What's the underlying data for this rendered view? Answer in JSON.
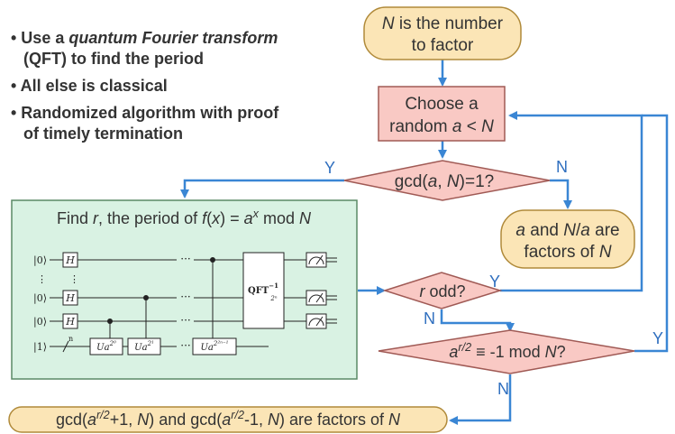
{
  "bullets": [
    {
      "parts": [
        "• Use a ",
        {
          "i": "quantum Fourier transform"
        }
      ]
    },
    {
      "parts": [
        "(QFT) to find the period"
      ]
    },
    {
      "parts": [
        "• All else is classical"
      ]
    },
    {
      "parts": [
        "• Randomized algorithm with proof"
      ]
    },
    {
      "parts": [
        "of timely termination"
      ]
    }
  ],
  "flow": {
    "start": {
      "line1": [
        {
          "i": "N"
        },
        " is the number"
      ],
      "line2": [
        "to factor"
      ]
    },
    "choose": {
      "line1": [
        "Choose a"
      ],
      "line2": [
        "random ",
        {
          "i": "a"
        },
        " < ",
        {
          "i": "N"
        }
      ]
    },
    "gcd_check": [
      "gcd(",
      {
        "i": "a"
      },
      ", ",
      {
        "i": "N"
      },
      ")=1?"
    ],
    "factors_found": {
      "line1": [
        {
          "i": "a"
        },
        " and ",
        {
          "i": "N"
        },
        "/",
        {
          "i": "a"
        },
        " are"
      ],
      "line2": [
        "factors of ",
        {
          "i": "N"
        }
      ]
    },
    "period_box_title": [
      "Find ",
      {
        "i": "r"
      },
      ", the period of ",
      {
        "i": "f"
      },
      "(",
      {
        "i": "x"
      },
      ") = ",
      {
        "i": "a"
      },
      {
        "sup": "x"
      },
      " mod ",
      {
        "i": "N"
      }
    ],
    "r_odd": [
      {
        "i": "r"
      },
      " odd?"
    ],
    "ar2_check": [
      {
        "i": "a"
      },
      {
        "sup": "r/2"
      },
      " ≡ -1 mod ",
      {
        "i": "N"
      },
      "?"
    ],
    "result": [
      "gcd(",
      {
        "i": "a"
      },
      {
        "sup": "r/2"
      },
      "+1, ",
      {
        "i": "N"
      },
      ") and gcd(",
      {
        "i": "a"
      },
      {
        "sup": "r/2"
      },
      "-1, ",
      {
        "i": "N"
      },
      ") are factors of ",
      {
        "i": "N"
      }
    ],
    "yes_label": "Y",
    "no_label": "N"
  },
  "circuit": {
    "kets": [
      "|0⟩",
      "|0⟩",
      "|0⟩",
      "|1⟩"
    ],
    "hadamard": "H",
    "dots": "···",
    "vdots": "⋮",
    "reg_size": "n",
    "unitaries": [
      {
        "base": "Ua",
        "exp": "2⁰"
      },
      {
        "base": "Ua",
        "exp": "2¹"
      },
      {
        "base": "Ua",
        "exp": "2²ⁿ⁻¹"
      }
    ],
    "qft": {
      "label": "QFT",
      "sup": "−1",
      "sub": "2ⁿ"
    }
  },
  "colors": {
    "start_fill": "#fbe5b6",
    "start_stroke": "#b08a3a",
    "choose_fill": "#f9c9c4",
    "choose_stroke": "#a05a55",
    "diamond_fill": "#f9c9c4",
    "diamond_stroke": "#a05a55",
    "green_fill": "#d9f2e3",
    "green_stroke": "#5a8a66",
    "arrow": "#3a86d4",
    "label": "#2f6fbf"
  }
}
